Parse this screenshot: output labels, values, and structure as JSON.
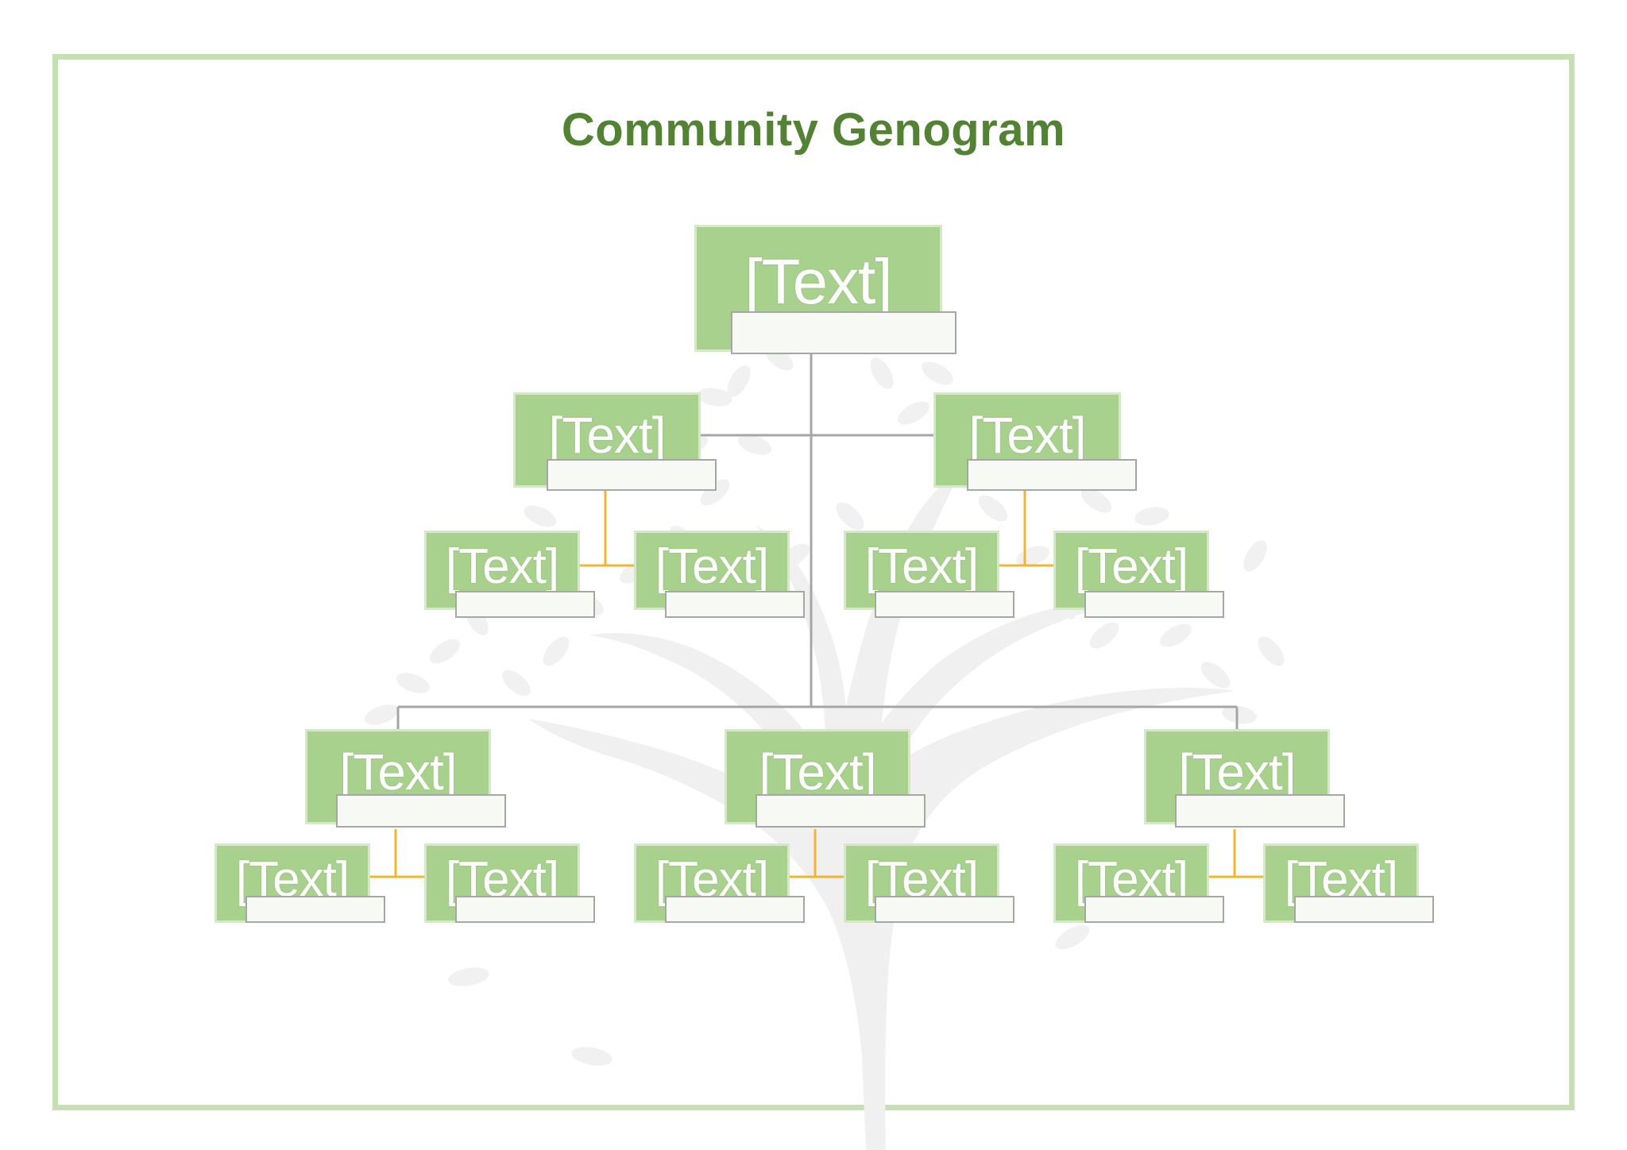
{
  "title": "Community Genogram",
  "colors": {
    "frame": "#c5e0b3",
    "title": "#548235",
    "box_fill": "#a9d18e",
    "box_text": "#ffffff",
    "gray_line": "#a6a6a6",
    "couple_line": "#f2b533",
    "tree_watermark": "#f0f0f0"
  },
  "nodes": [
    {
      "id": "root",
      "label": "[Text]"
    },
    {
      "id": "gen1-left",
      "label": "[Text]"
    },
    {
      "id": "gen1-right",
      "label": "[Text]"
    },
    {
      "id": "gen2-a",
      "label": "[Text]"
    },
    {
      "id": "gen2-b",
      "label": "[Text]"
    },
    {
      "id": "gen2-c",
      "label": "[Text]"
    },
    {
      "id": "gen2-d",
      "label": "[Text]"
    },
    {
      "id": "gen3-left",
      "label": "[Text]"
    },
    {
      "id": "gen3-center",
      "label": "[Text]"
    },
    {
      "id": "gen3-right",
      "label": "[Text]"
    },
    {
      "id": "gen4-a",
      "label": "[Text]"
    },
    {
      "id": "gen4-b",
      "label": "[Text]"
    },
    {
      "id": "gen4-c",
      "label": "[Text]"
    },
    {
      "id": "gen4-d",
      "label": "[Text]"
    },
    {
      "id": "gen4-e",
      "label": "[Text]"
    },
    {
      "id": "gen4-f",
      "label": "[Text]"
    }
  ]
}
